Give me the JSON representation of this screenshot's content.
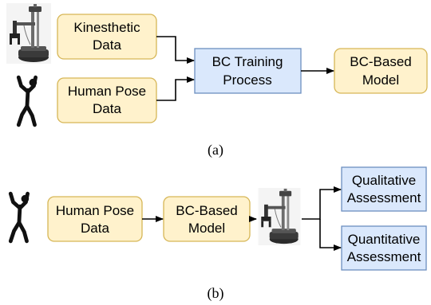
{
  "colors": {
    "yellow_fill": "#fff2cc",
    "yellow_stroke": "#d6b656",
    "blue_fill": "#dae8fc",
    "blue_stroke": "#6c8ebf",
    "arrow": "#000000",
    "figure": "#111111"
  },
  "panel_a": {
    "caption": "(a)",
    "robot_icon": "robot-arm-photo",
    "person_icon": "dancing-person-icon",
    "kinesthetic": {
      "line1": "Kinesthetic",
      "line2": "Data"
    },
    "human_pose": {
      "line1": "Human Pose",
      "line2": "Data"
    },
    "bc_training": {
      "line1": "BC Training",
      "line2": "Process"
    },
    "bc_model": {
      "line1": "BC-Based",
      "line2": "Model"
    }
  },
  "panel_b": {
    "caption": "(b)",
    "person_icon": "dancing-person-icon",
    "robot_icon": "robot-arm-photo",
    "human_pose": {
      "line1": "Human Pose",
      "line2": "Data"
    },
    "bc_model": {
      "line1": "BC-Based",
      "line2": "Model"
    },
    "qualitative": {
      "line1": "Qualitative",
      "line2": "Assessment"
    },
    "quantitative": {
      "line1": "Quantitative",
      "line2": "Assessment"
    }
  }
}
